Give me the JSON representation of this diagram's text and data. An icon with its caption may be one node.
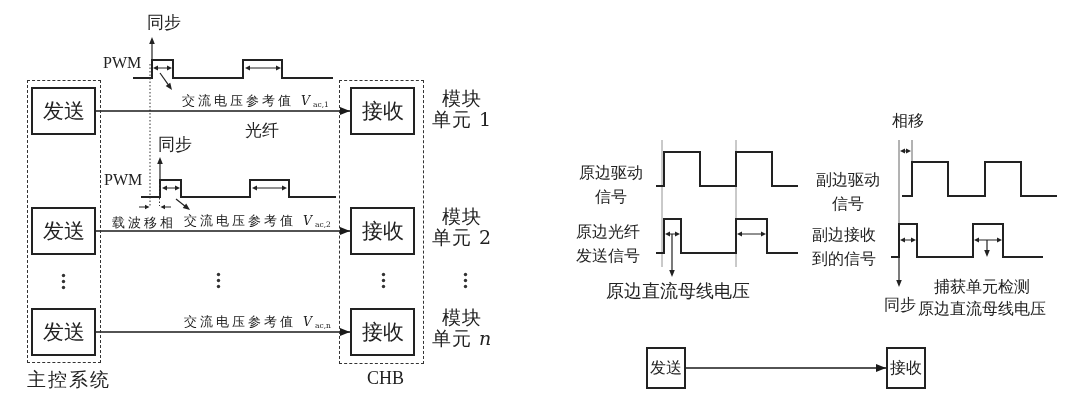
{
  "diagram": {
    "nodes": [
      {
        "text": [
          "主控系统"
        ]
      },
      {
        "text": [
          "发送"
        ],
        "in": 0
      },
      {
        "text": [
          "发送"
        ],
        "in": 0
      },
      {
        "text": [
          "发送"
        ],
        "in": 0
      },
      {
        "text": [
          "CHB"
        ]
      },
      {
        "text": [
          "接收"
        ],
        "in": 4,
        "beside": [
          "模块单元 1"
        ]
      },
      {
        "text": [
          "接收"
        ],
        "in": 4,
        "beside": [
          "模块单元 2"
        ]
      },
      {
        "text": [
          "接收"
        ],
        "in": 4,
        "beside": [
          "模块单元 *n*"
        ]
      },
      {
        "text": [
          "发送"
        ]
      },
      {
        "text": [
          "接收"
        ]
      }
    ],
    "edges": [
      {
        "from": 1,
        "to": 5,
        "arrow": "to",
        "label": "交流电压参考值 *V*$_{ac,1}$"
      },
      {
        "from": 2,
        "to": 6,
        "arrow": "to",
        "label": "交流电压参考值 *V*$_{ac,2}$"
      },
      {
        "from": 3,
        "to": 7,
        "arrow": "to",
        "label": "交流电压参考值 *V*$_{ac,n}$"
      },
      {
        "from": 8,
        "to": 9,
        "arrow": "to"
      }
    ],
    "labels": [
      "同步",
      "PWM",
      "光纤",
      "同步",
      "PWM",
      "载波移相",
      "原边驱动信号",
      "原边光纤发送信号",
      "原边直流母线电压",
      "相移",
      "副边驱动信号",
      "副边接收到的信号",
      "同步",
      "捕获单元检测原边直流母线电压"
    ]
  }
}
